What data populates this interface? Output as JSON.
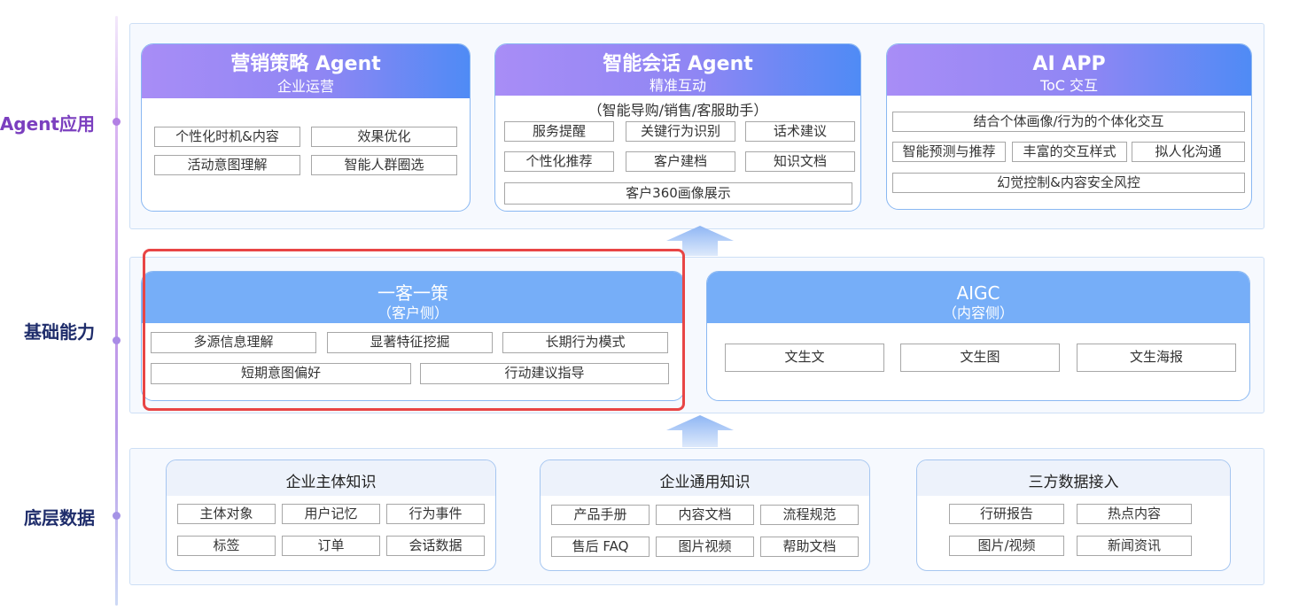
{
  "layers": {
    "agent": {
      "label": "Agent应用"
    },
    "base": {
      "label": "基础能力"
    },
    "data": {
      "label": "底层数据"
    }
  },
  "colors": {
    "agent_label": "#7b3fbf",
    "base_label": "#1f2d6b",
    "data_label": "#1f2d6b",
    "highlight": "#e84545",
    "card_border": "#8ab8f2"
  },
  "agent_cards": [
    {
      "title": "营销策略 Agent",
      "subtitle": "企业运营",
      "chips": [
        "个性化时机&内容",
        "效果优化",
        "活动意图理解",
        "智能人群圈选"
      ]
    },
    {
      "title": "智能会话 Agent",
      "subtitle": "精准互动",
      "note": "（智能导购/销售/客服助手）",
      "chips": [
        "服务提醒",
        "关键行为识别",
        "话术建议",
        "个性化推荐",
        "客户建档",
        "知识文档",
        "客户360画像展示"
      ]
    },
    {
      "title": "AI APP",
      "subtitle": "ToC 交互",
      "chips": [
        "结合个体画像/行为的个体化交互",
        "智能预测与推荐",
        "丰富的交互样式",
        "拟人化沟通",
        "幻觉控制&内容安全风控"
      ]
    }
  ],
  "base_cards": [
    {
      "title": "一客一策",
      "subtitle": "（客户侧）",
      "chips": [
        "多源信息理解",
        "显著特征挖掘",
        "长期行为模式",
        "短期意图偏好",
        "行动建议指导"
      ]
    },
    {
      "title": "AIGC",
      "subtitle": "（内容侧）",
      "chips": [
        "文生文",
        "文生图",
        "文生海报"
      ]
    }
  ],
  "data_cards": [
    {
      "title": "企业主体知识",
      "chips": [
        "主体对象",
        "用户记忆",
        "行为事件",
        "标签",
        "订单",
        "会话数据"
      ]
    },
    {
      "title": "企业通用知识",
      "chips": [
        "产品手册",
        "内容文档",
        "流程规范",
        "售后 FAQ",
        "图片视频",
        "帮助文档"
      ]
    },
    {
      "title": "三方数据接入",
      "chips": [
        "行研报告",
        "热点内容",
        "图片/视频",
        "新闻资讯"
      ]
    }
  ]
}
